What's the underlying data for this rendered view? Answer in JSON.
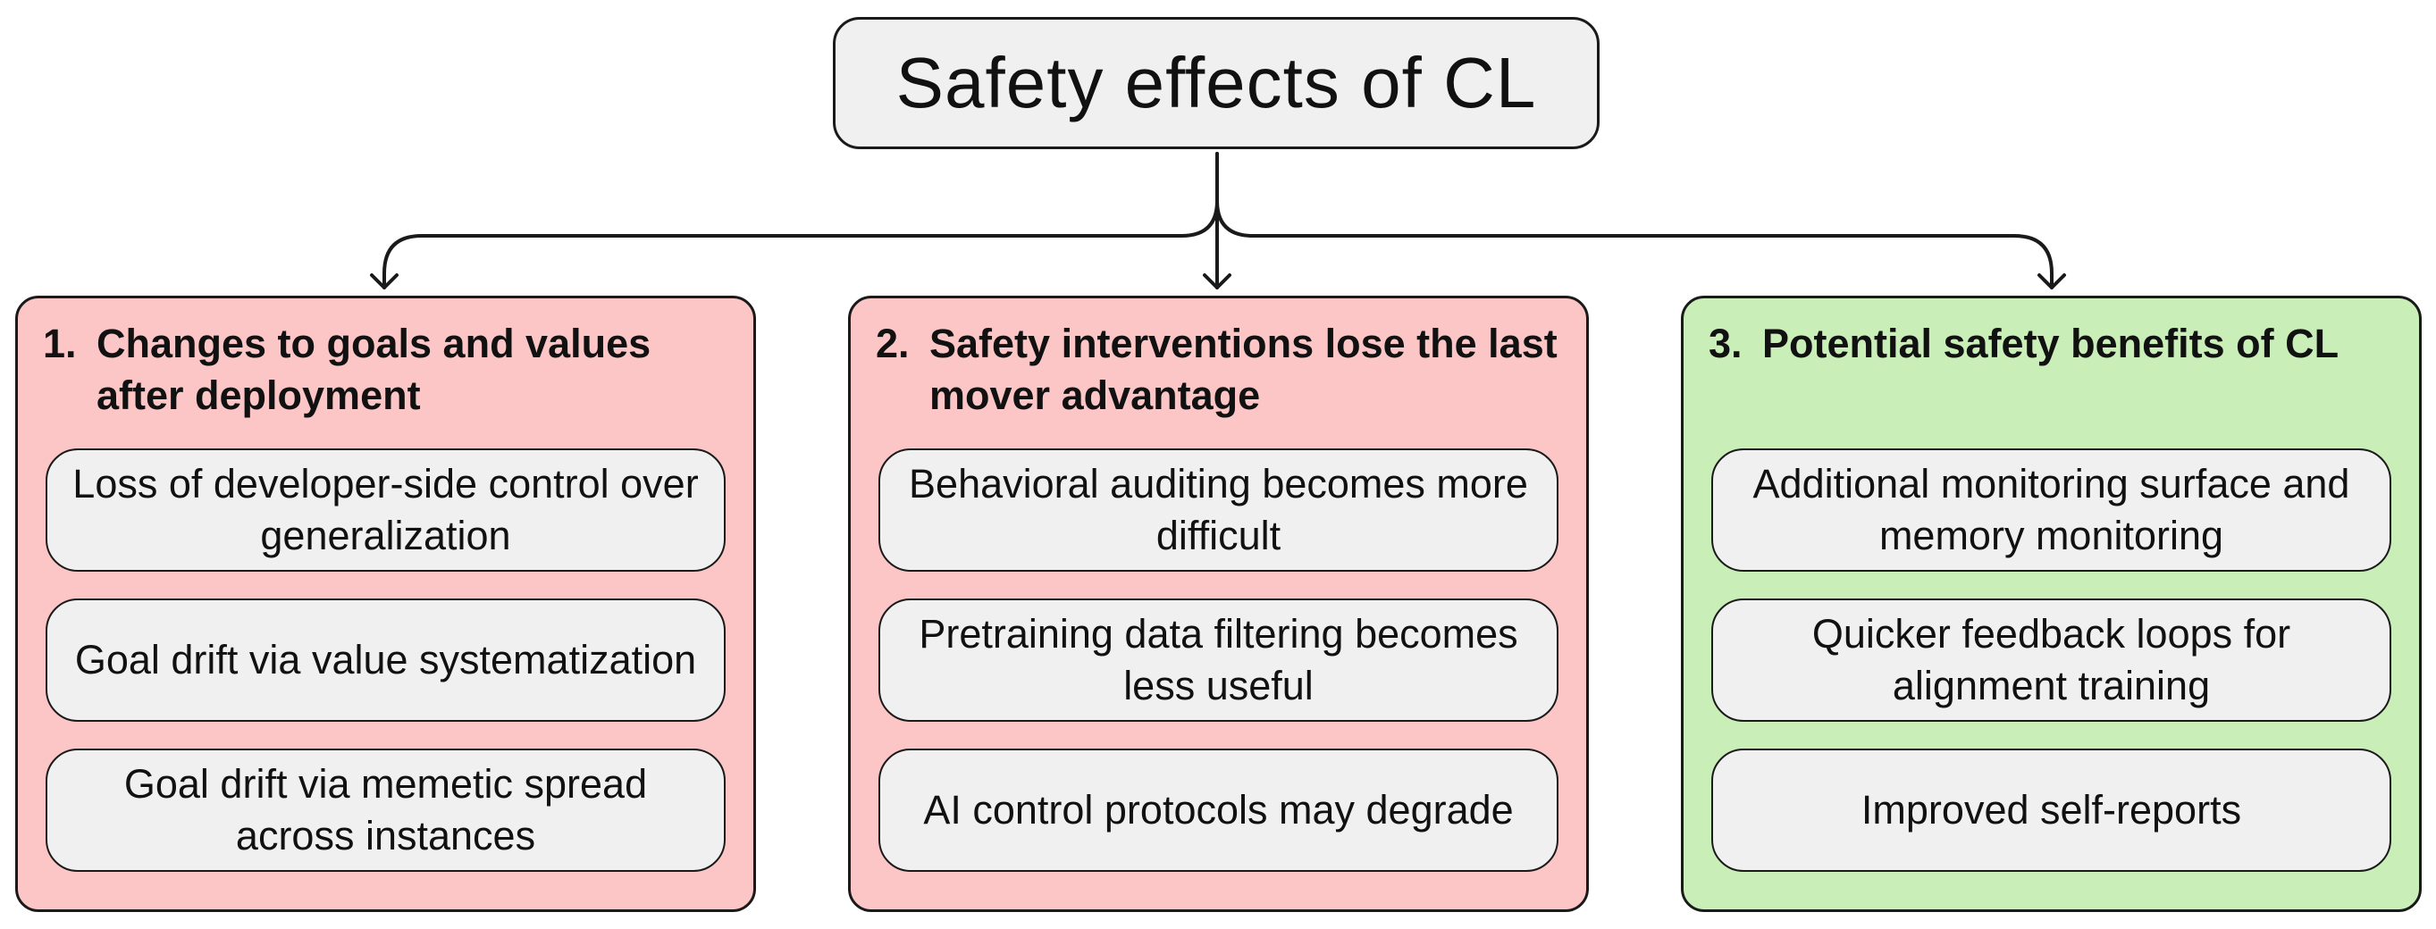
{
  "root": {
    "title": "Safety effects of CL"
  },
  "colors": {
    "risk_fill": "#fcc6c6",
    "benefit_fill": "#c9eeb8",
    "card_fill": "#f1f0f0",
    "stroke": "#1a1a1a"
  },
  "categories": [
    {
      "number": "1.",
      "title": "Changes to goals and values after deployment",
      "items": [
        "Loss of developer-side control over generalization",
        "Goal drift via value systematization",
        "Goal drift via memetic spread across instances"
      ]
    },
    {
      "number": "2.",
      "title": "Safety interventions lose the last mover advantage",
      "items": [
        "Behavioral auditing becomes more difficult",
        "Pretraining data filtering becomes less useful",
        "AI control protocols may degrade"
      ]
    },
    {
      "number": "3.",
      "title": "Potential safety benefits of CL",
      "items": [
        "Additional monitoring surface and memory monitoring",
        "Quicker feedback loops for alignment training",
        "Improved self-reports"
      ]
    }
  ]
}
